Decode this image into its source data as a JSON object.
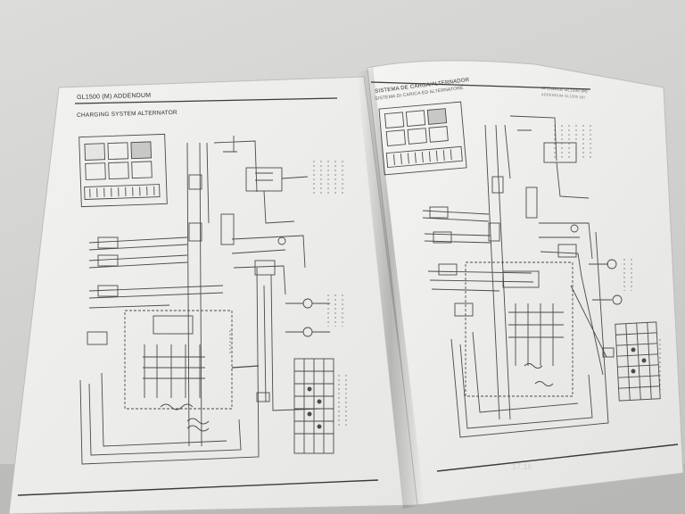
{
  "left_page": {
    "header": "GL1500 (M) ADDENDUM",
    "title": "CHARGING SYSTEM ALTERNATOR"
  },
  "right_page": {
    "title_es": "SISTEMA DE CARGA/ALTERNADOR",
    "title_it": "SISTEMA DI CARICA ED ALTERNATORE",
    "addendum_1": "APENDICE GL1500 (M)",
    "addendum_2": "ADDENDUM GL1500 (M)"
  }
}
